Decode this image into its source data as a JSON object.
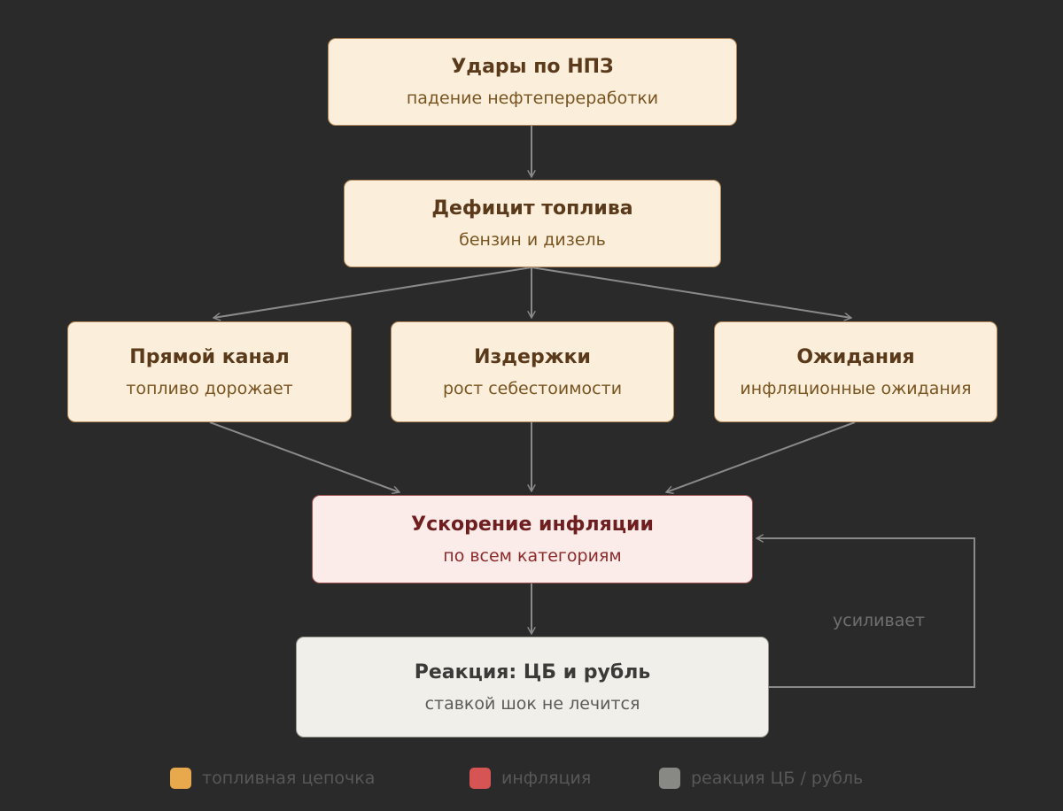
{
  "nodes": {
    "strikes": {
      "title": "Удары по НПЗ",
      "subtitle": "падение нефтепереработки"
    },
    "deficit": {
      "title": "Дефицит топлива",
      "subtitle": "бензин и дизель"
    },
    "direct": {
      "title": "Прямой канал",
      "subtitle": "топливо дорожает"
    },
    "costs": {
      "title": "Издержки",
      "subtitle": "рост себестоимости"
    },
    "expectations": {
      "title": "Ожидания",
      "subtitle": "инфляционные ожидания"
    },
    "inflation": {
      "title": "Ускорение инфляции",
      "subtitle": "по всем категориям"
    },
    "reaction": {
      "title": "Реакция: ЦБ и рубль",
      "subtitle": "ставкой шок не лечится"
    }
  },
  "loop": {
    "label": "усиливает"
  },
  "legend": [
    {
      "label": "топливная цепочка",
      "color": "#e8a94c"
    },
    {
      "label": "инфляция",
      "color": "#d65454"
    },
    {
      "label": "реакция ЦБ / рубль",
      "color": "#888884"
    }
  ],
  "colors": {
    "background": "#2a2a2a",
    "arrow": "#8a8a8a",
    "fuel_fill": "#fbefdc",
    "inflation_fill": "#fbecea",
    "reaction_fill": "#f1efea"
  }
}
